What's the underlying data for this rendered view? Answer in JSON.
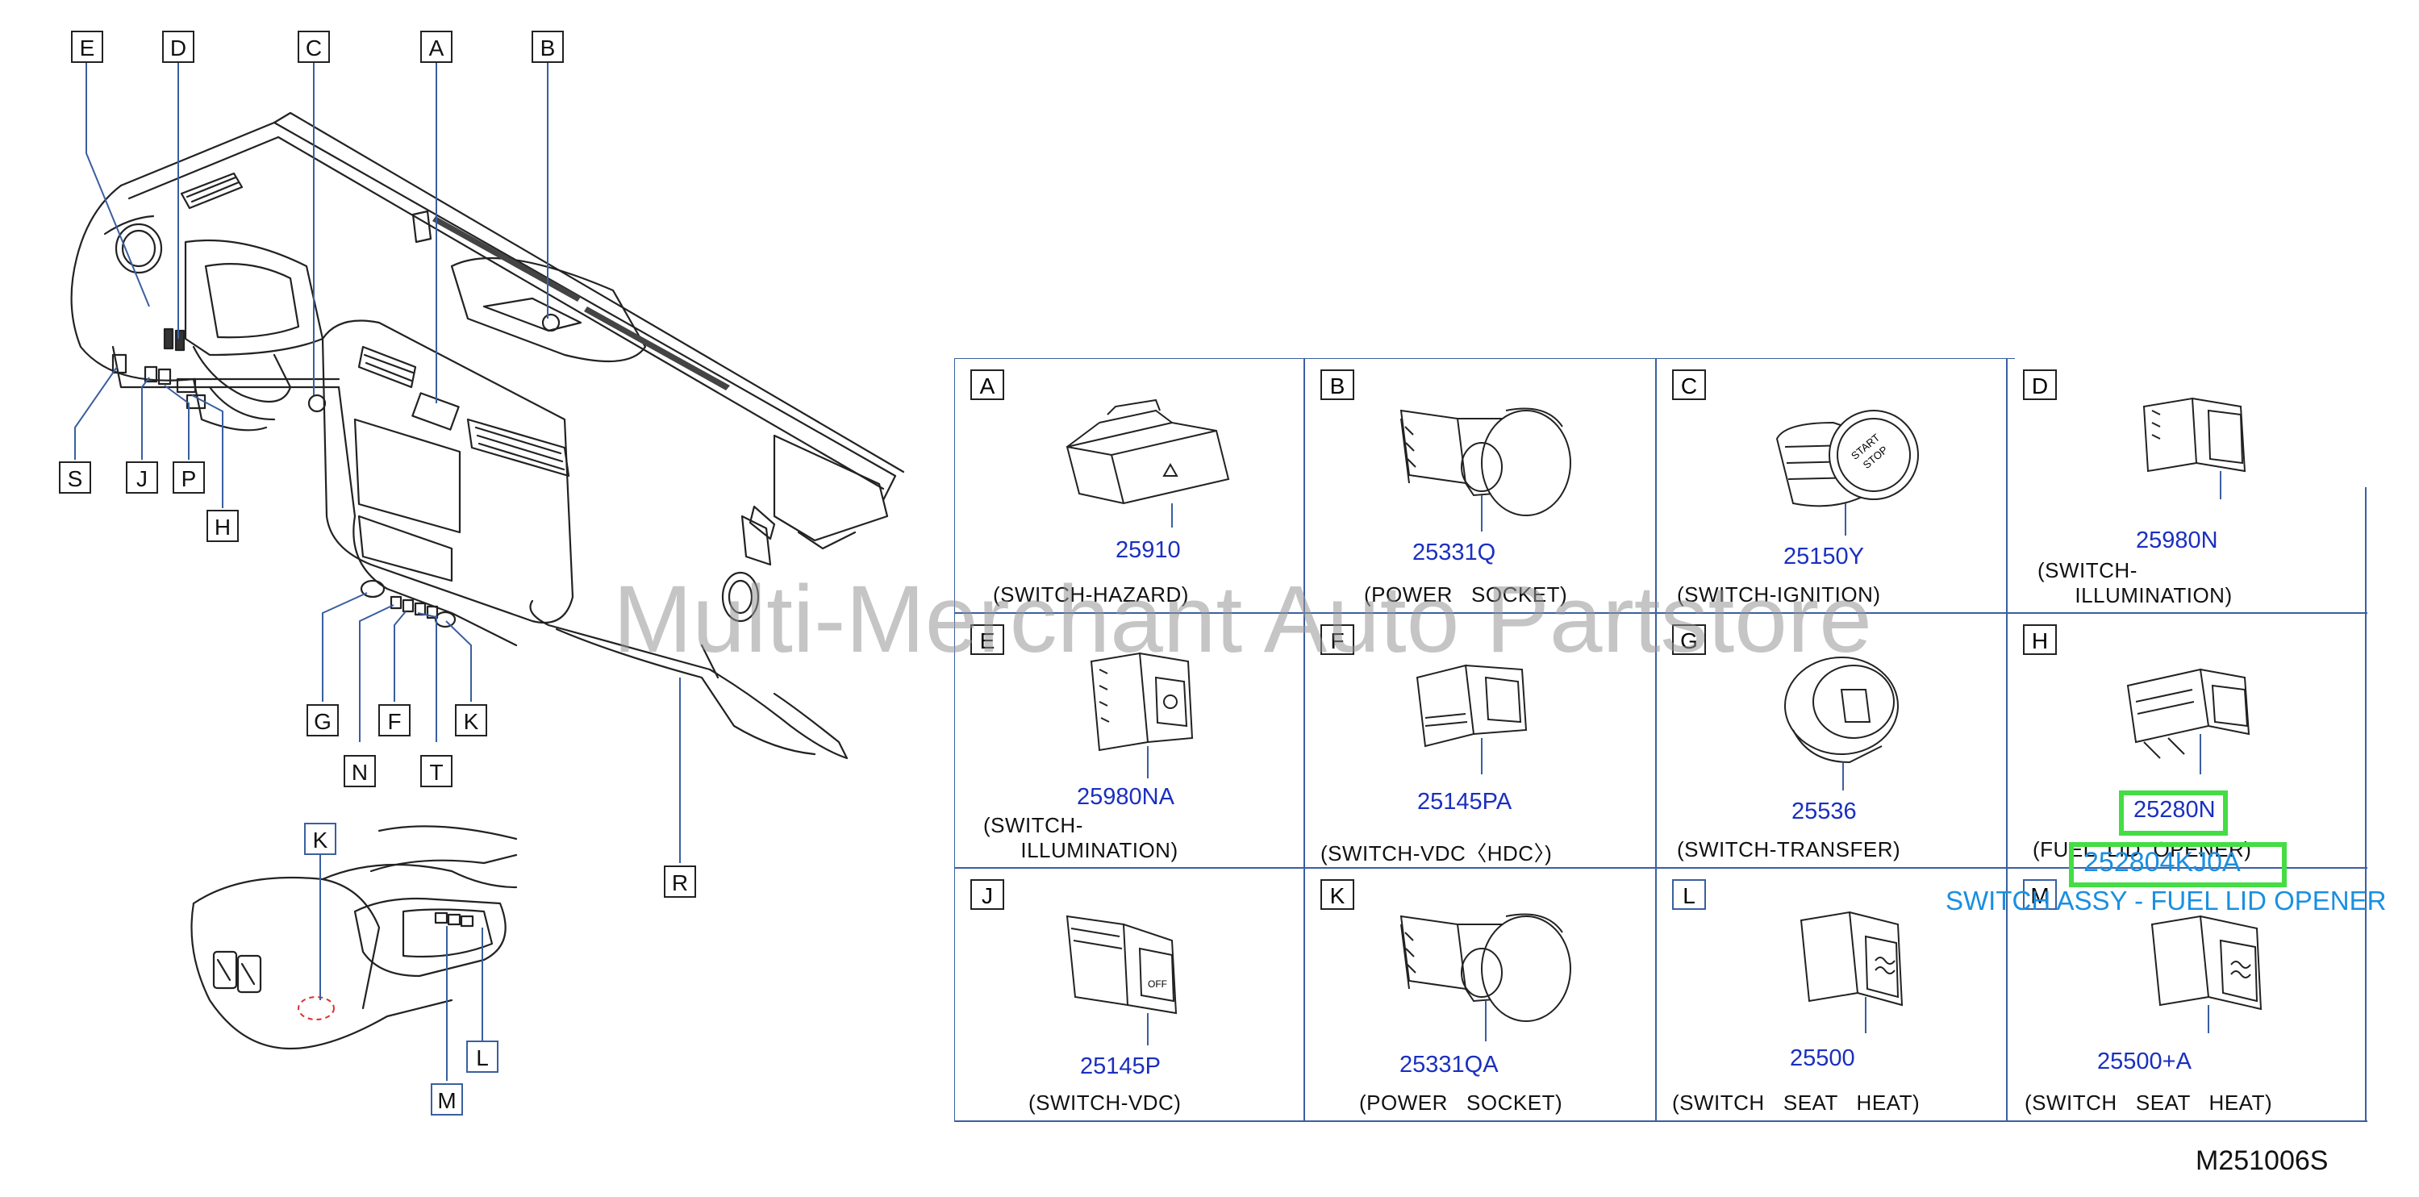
{
  "left_callouts": [
    {
      "id": "callout-e",
      "label": "E"
    },
    {
      "id": "callout-d",
      "label": "D"
    },
    {
      "id": "callout-c",
      "label": "C"
    },
    {
      "id": "callout-a",
      "label": "A"
    },
    {
      "id": "callout-b",
      "label": "B"
    },
    {
      "id": "callout-s",
      "label": "S"
    },
    {
      "id": "callout-j",
      "label": "J"
    },
    {
      "id": "callout-p",
      "label": "P"
    },
    {
      "id": "callout-h",
      "label": "H"
    },
    {
      "id": "callout-g",
      "label": "G"
    },
    {
      "id": "callout-f",
      "label": "F"
    },
    {
      "id": "callout-k",
      "label": "K"
    },
    {
      "id": "callout-n",
      "label": "N"
    },
    {
      "id": "callout-t",
      "label": "T"
    },
    {
      "id": "callout-r",
      "label": "R"
    },
    {
      "id": "callout-k2",
      "label": "K"
    },
    {
      "id": "callout-l",
      "label": "L"
    },
    {
      "id": "callout-m",
      "label": "M"
    }
  ],
  "cells": [
    {
      "letter": "A",
      "part": "25910",
      "desc": "(SWITCH-HAZARD)"
    },
    {
      "letter": "B",
      "part": "25331Q",
      "desc": "(POWER   SOCKET)"
    },
    {
      "letter": "C",
      "part": "25150Y",
      "desc": "(SWITCH-IGNITION)"
    },
    {
      "letter": "D",
      "part": "25980N",
      "desc": "(SWITCH-\n      ILLUMINATION)"
    },
    {
      "letter": "E",
      "part": "25980NA",
      "desc": "(SWITCH-\n      ILLUMINATION)"
    },
    {
      "letter": "F",
      "part": "25145PA",
      "desc": "(SWITCH-VDC〈HDC〉)"
    },
    {
      "letter": "G",
      "part": "25536",
      "desc": "(SWITCH-TRANSFER)"
    },
    {
      "letter": "H",
      "part": "25280N",
      "desc": "(FUEL  LID  OPENER)"
    },
    {
      "letter": "J",
      "part": "25145P",
      "desc": "(SWITCH-VDC)"
    },
    {
      "letter": "K",
      "part": "25331QA",
      "desc": "(POWER   SOCKET)"
    },
    {
      "letter": "L",
      "part": "25500",
      "desc": "(SWITCH   SEAT   HEAT)"
    },
    {
      "letter": "M",
      "part": "25500+A",
      "desc": "(SWITCH   SEAT   HEAT)"
    }
  ],
  "highlight": {
    "part_number": "25280N",
    "full_part_number": "252804KJ0A",
    "description": "SWITCH ASSY - FUEL LID OPENER",
    "color": "#44dd44"
  },
  "watermark": "Multi-Merchant Auto Partstore",
  "diagram_code": "M251006S",
  "colors": {
    "part_number": "#1a2fc0",
    "grid_line": "#3a5fa0",
    "highlight_text": "#1a8fe0"
  }
}
